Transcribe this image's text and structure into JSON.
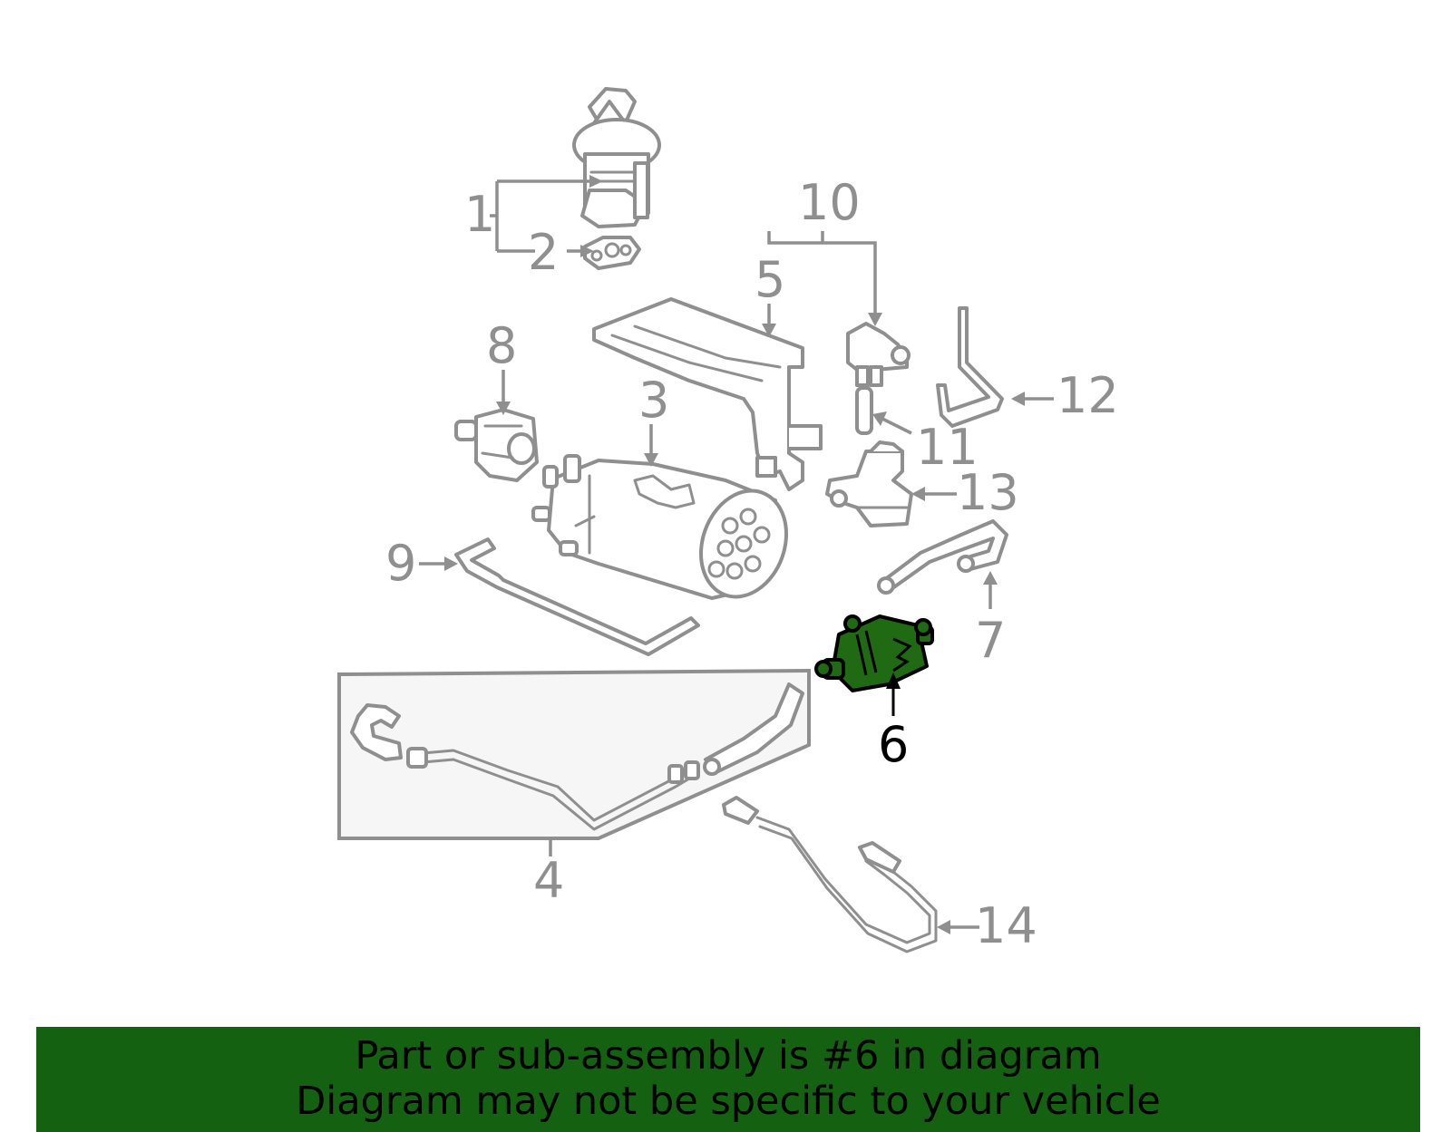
{
  "callouts": {
    "c1": "1",
    "c2": "2",
    "c3": "3",
    "c4": "4",
    "c5": "5",
    "c6": "6",
    "c7": "7",
    "c8": "8",
    "c9": "9",
    "c10": "10",
    "c11": "11",
    "c12": "12",
    "c13": "13",
    "c14": "14"
  },
  "highlighted_part": "6",
  "colors": {
    "highlight": "#1f6a12",
    "banner": "#156112",
    "lineart": "#8f8f8f"
  },
  "banner": {
    "line1": "Part or sub-assembly is #6 in diagram",
    "line2": "Diagram may not be specific to your vehicle"
  }
}
